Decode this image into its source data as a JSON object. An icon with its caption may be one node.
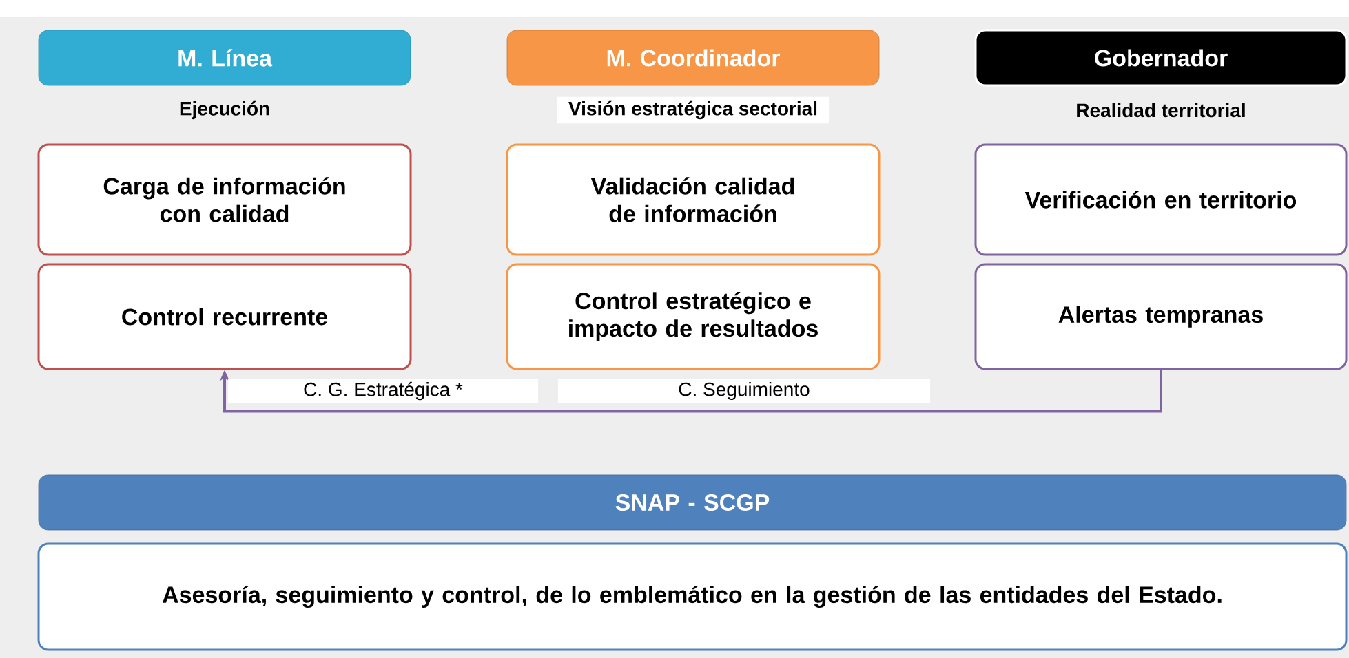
{
  "diagram": {
    "nodes": [
      {
        "text": [
          "M. Línea"
        ],
        "beside": [
          "Ejecución"
        ]
      },
      {
        "text": [
          "M. Coordinador"
        ],
        "beside": [
          "Visión estratégica sectorial"
        ]
      },
      {
        "text": [
          "Gobernador"
        ],
        "beside": [
          "Realidad territorial"
        ]
      },
      {
        "text": [
          "Carga de información con calidad"
        ]
      },
      {
        "text": [
          "Validación calidad de información"
        ]
      },
      {
        "text": [
          "Verificación en territorio"
        ]
      },
      {
        "text": [
          "Control recurrente"
        ]
      },
      {
        "text": [
          "Control estratégico e impacto de resultados"
        ]
      },
      {
        "text": [
          "Alertas tempranas"
        ]
      },
      {
        "text": [
          "SNAP - SCGP"
        ]
      },
      {
        "text": [
          "Asesoría, seguimiento y control, de lo emblemático en la gestión de las entidades del Estado."
        ]
      }
    ],
    "edges": [
      {
        "from": 8,
        "to": 6,
        "arrow": "to",
        "label": "C. Seguimiento",
        "color": "#8064a2"
      }
    ],
    "labels": [
      "C. G. Estratégica *"
    ]
  }
}
